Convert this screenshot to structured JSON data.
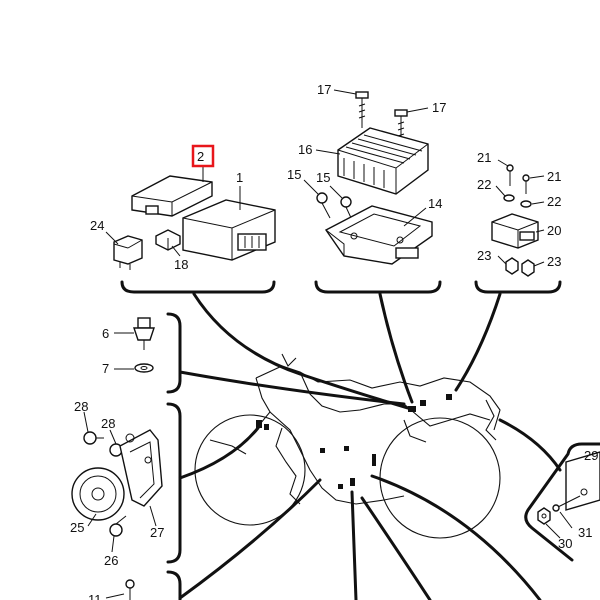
{
  "diagram": {
    "title": "Electrical parts exploded view",
    "highlight_color": "#e8161b",
    "highlighted_callout": "2",
    "callouts": {
      "c1": "1",
      "c2": "2",
      "c6": "6",
      "c7": "7",
      "c14": "14",
      "c15a": "15",
      "c15b": "15",
      "c16": "16",
      "c17a": "17",
      "c17b": "17",
      "c18": "18",
      "c20": "20",
      "c21a": "21",
      "c21b": "21",
      "c22a": "22",
      "c22b": "22",
      "c23a": "23",
      "c23b": "23",
      "c24": "24",
      "c25": "25",
      "c26": "26",
      "c27": "27",
      "c28a": "28",
      "c28b": "28",
      "c29": "29",
      "c30": "30",
      "c31": "31",
      "c11": "11"
    }
  }
}
